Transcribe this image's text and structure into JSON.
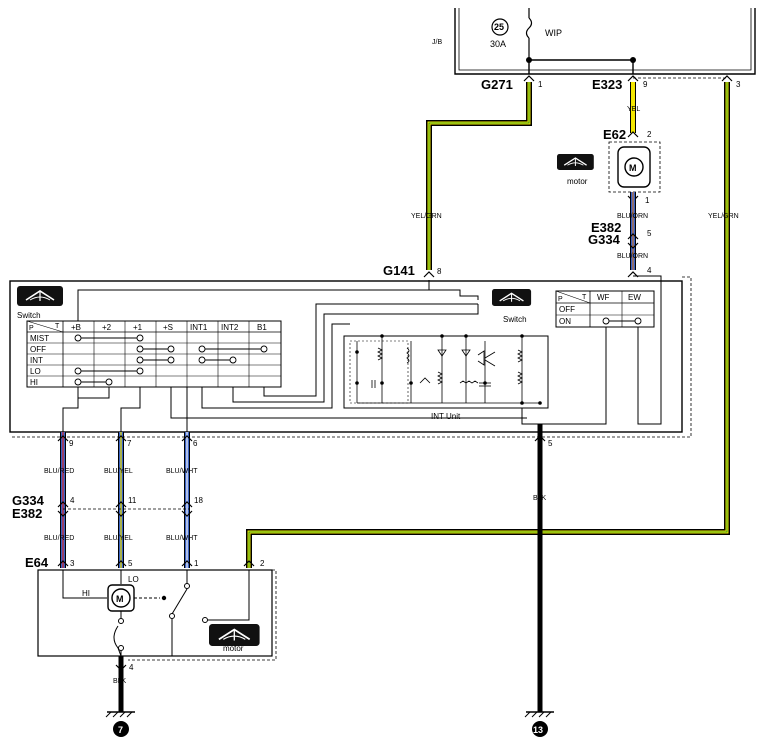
{
  "junction_block": {
    "label": "J/B",
    "fuse_number": "25",
    "fuse_rating": "30A",
    "fuse_name": "WIP"
  },
  "connectors": {
    "g271": {
      "name": "G271",
      "pin": "1"
    },
    "e323": {
      "name": "E323",
      "pin": "9"
    },
    "jb_pin3": {
      "pin": "3"
    },
    "e62": {
      "name": "E62",
      "pin_top": "2",
      "pin_bottom": "1"
    },
    "e382_top": {
      "name": "E382",
      "pin": "5"
    },
    "g334_top": {
      "name": "G334",
      "pin": "4"
    },
    "g141": {
      "name": "G141",
      "pin": "8"
    },
    "switch_out": {
      "pin_blu_red": "9",
      "pin_blu_yel": "7",
      "pin_blu_wht": "6",
      "pin_blk": "5"
    },
    "g334_bottom": {
      "name": "G334",
      "pin_blu_red": "4",
      "pin_blu_yel": "11",
      "pin_blu_wht": "18"
    },
    "e382_bottom": {
      "name": "E382"
    },
    "e64": {
      "name": "E64",
      "pin_blu_red": "3",
      "pin_blu_yel": "5",
      "pin_blu_wht": "1",
      "pin_yel_grn": "2",
      "pin_blk": "4"
    }
  },
  "wires": {
    "yel": "YEL",
    "yel_grn": "YEL/GRN",
    "blu_orn": "BLU/ORN",
    "blu_red": "BLU/RED",
    "blu_yel": "BLU/YEL",
    "blu_wht": "BLU/WHT",
    "blk": "BLK"
  },
  "rear_motor": {
    "label": "motor"
  },
  "front_switch": {
    "label": "Switch",
    "corner": [
      "P",
      "T"
    ],
    "columns": [
      "+B",
      "+2",
      "+1",
      "+S",
      "INT1",
      "INT2",
      "B1"
    ],
    "rows": [
      "MIST",
      "OFF",
      "INT",
      "LO",
      "HI"
    ]
  },
  "rear_switch": {
    "label": "Switch",
    "corner": [
      "P",
      "T"
    ],
    "columns": [
      "WF",
      "EW"
    ],
    "rows": [
      "OFF",
      "ON"
    ]
  },
  "int_unit": {
    "label": "INT Unit"
  },
  "front_motor": {
    "label_hi": "HI",
    "label_lo": "LO",
    "motor_label": "motor"
  },
  "grounds": {
    "left": "7",
    "right": "13"
  },
  "colors": {
    "yellow": "#f2e600",
    "blue": "#3b63c4",
    "red": "#d8262c",
    "black": "#000000",
    "icon_bg": "#111111"
  }
}
